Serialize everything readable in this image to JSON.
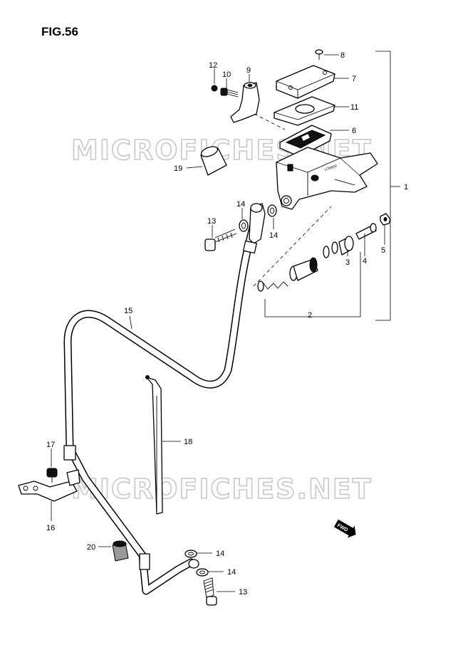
{
  "figure": {
    "title": "FIG.56"
  },
  "watermark": {
    "text": "MICROFICHES.NET"
  },
  "fwd_badge": {
    "text": "FWD"
  },
  "callouts": [
    {
      "id": "c8",
      "label": "8"
    },
    {
      "id": "c12",
      "label": "12"
    },
    {
      "id": "c10",
      "label": "10"
    },
    {
      "id": "c9",
      "label": "9"
    },
    {
      "id": "c7",
      "label": "7"
    },
    {
      "id": "c11",
      "label": "11"
    },
    {
      "id": "c6",
      "label": "6"
    },
    {
      "id": "c1",
      "label": "1"
    },
    {
      "id": "c19",
      "label": "19"
    },
    {
      "id": "c14a",
      "label": "14"
    },
    {
      "id": "c13a",
      "label": "13"
    },
    {
      "id": "c14b",
      "label": "14"
    },
    {
      "id": "c5",
      "label": "5"
    },
    {
      "id": "c4",
      "label": "4"
    },
    {
      "id": "c3",
      "label": "3"
    },
    {
      "id": "c2",
      "label": "2"
    },
    {
      "id": "c15",
      "label": "15"
    },
    {
      "id": "c18",
      "label": "18"
    },
    {
      "id": "c17",
      "label": "17"
    },
    {
      "id": "c16",
      "label": "16"
    },
    {
      "id": "c20",
      "label": "20"
    },
    {
      "id": "c14c",
      "label": "14"
    },
    {
      "id": "c14d",
      "label": "14"
    },
    {
      "id": "c13b",
      "label": "13"
    }
  ]
}
